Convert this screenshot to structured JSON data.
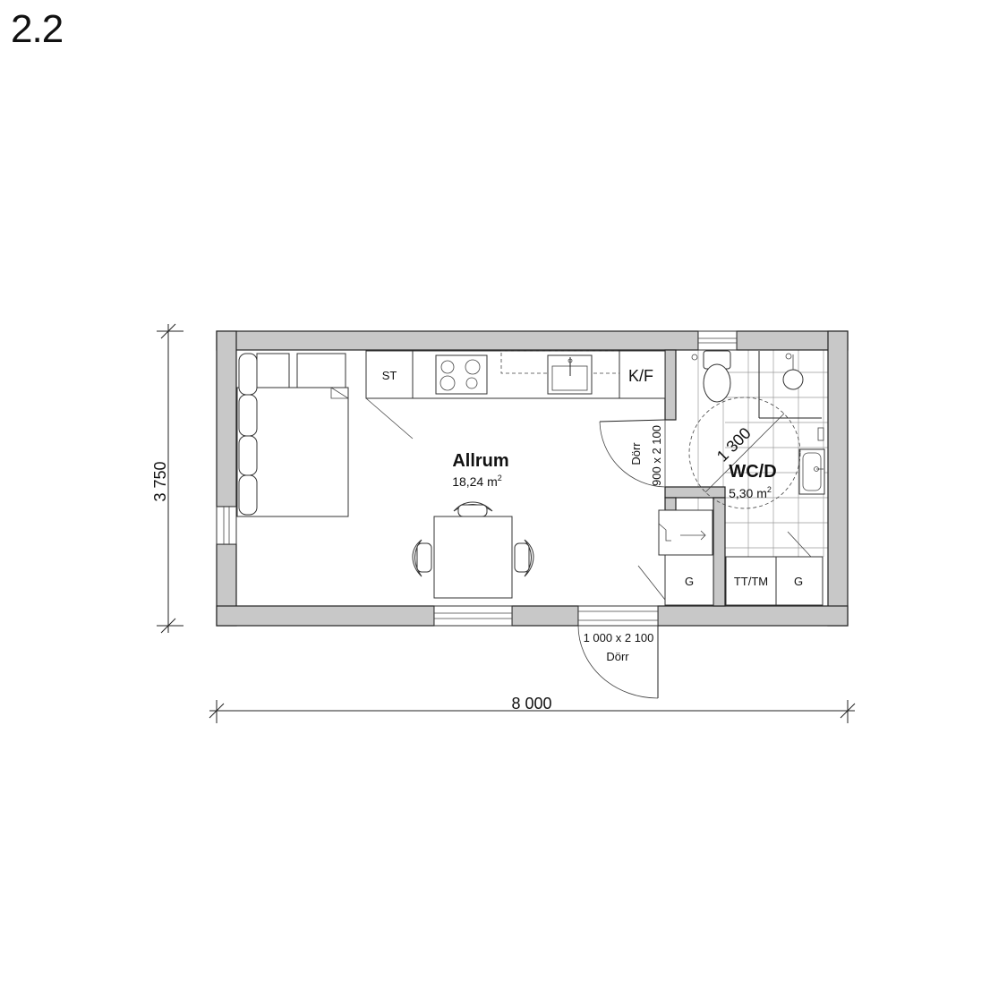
{
  "title": "2.2",
  "rooms": {
    "living": {
      "name": "Allrum",
      "area": "18,24 m",
      "area_sup": "2"
    },
    "bath": {
      "name": "WC/D",
      "area": "5,30 m",
      "area_sup": "2"
    }
  },
  "labels": {
    "stove_cabinet": "ST",
    "fridge": "K/F",
    "wardrobe_1": "G",
    "wardrobe_2": "G",
    "laundry": "TT/TM",
    "turning_circle": "1 300"
  },
  "doors": {
    "inner": {
      "label": "Dörr",
      "size": "900 x 2 100"
    },
    "entrance": {
      "label": "Dörr",
      "size": "1 000 x 2 100"
    }
  },
  "dimensions": {
    "width": "8 000",
    "depth": "3 750"
  },
  "colors": {
    "wall_fill": "#c8c8c8",
    "line": "#222222"
  }
}
